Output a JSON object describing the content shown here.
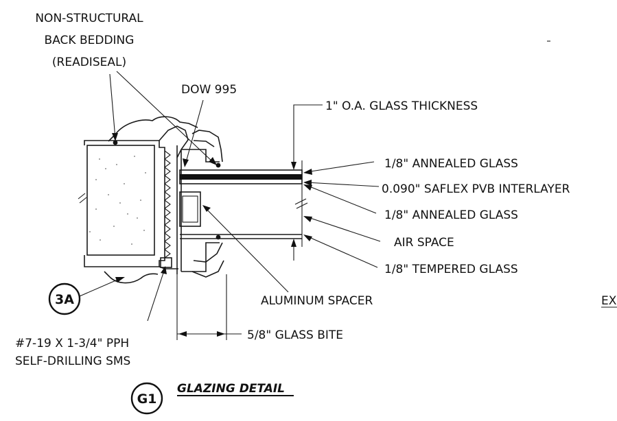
{
  "labels": {
    "back_bedding_1": "NON-STRUCTURAL",
    "back_bedding_2": "BACK BEDDING",
    "back_bedding_3": "(READISEAL)",
    "dow": "DOW 995",
    "oa_thickness": "1\" O.A. GLASS THICKNESS",
    "annealed_top": "1/8\" ANNEALED GLASS",
    "interlayer": "0.090\" SAFLEX PVB INTERLAYER",
    "annealed_bottom": "1/8\" ANNEALED GLASS",
    "air_space": "AIR SPACE",
    "tempered": "1/8\" TEMPERED GLASS",
    "spacer": "ALUMINUM SPACER",
    "glass_bite": "5/8\" GLASS BITE",
    "screw_1": "#7-19 X 1-3/4\" PPH",
    "screw_2": "SELF-DRILLING SMS",
    "edge_text": "EX"
  },
  "tags": {
    "ref": "3A",
    "detail": "G1"
  },
  "detail_title": "GLAZING DETAIL"
}
